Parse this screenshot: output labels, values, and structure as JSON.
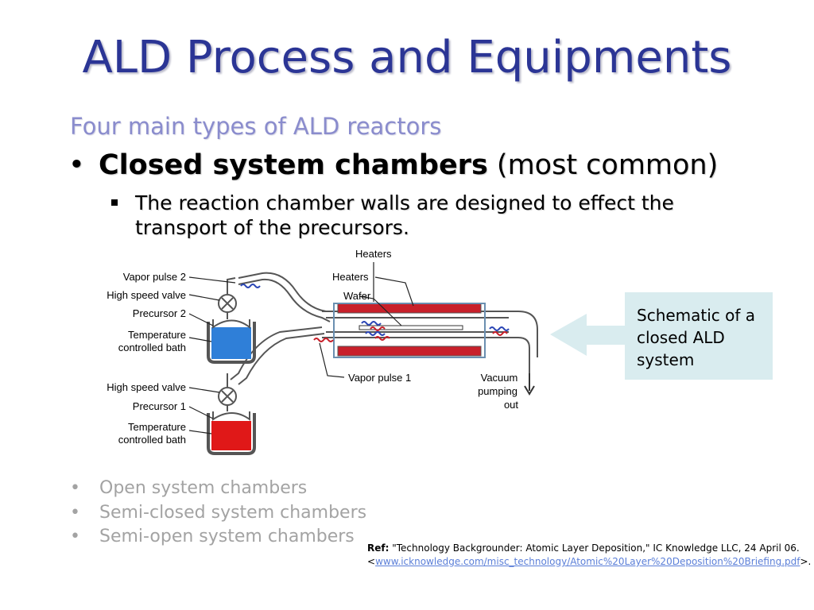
{
  "title": "ALD Process and Equipments",
  "subtitle": "Four main types of ALD reactors",
  "main_bullet": {
    "bold": "Closed system chambers",
    "rest": "(most common)"
  },
  "sub_bullet": "The reaction chamber walls are designed to effect the transport of the precursors.",
  "diagram": {
    "labels": {
      "heaters_top": "Heaters",
      "heaters": "Heaters",
      "wafer": "Wafer",
      "vapor_pulse_2": "Vapor pulse 2",
      "high_speed_valve_1": "High speed valve",
      "precursor_2": "Precursor 2",
      "temperature_1": "Temperature",
      "controlled_bath_1": "controlled bath",
      "high_speed_valve_2": "High speed valve",
      "precursor_1": "Precursor 1",
      "temperature_2": "Temperature",
      "controlled_bath_2": "controlled bath",
      "vapor_pulse_1": "Vapor pulse 1",
      "vacuum": "Vacuum",
      "pumping": "pumping",
      "out": "out"
    },
    "colors": {
      "heater": "#c8202a",
      "bath_top": "#2f7fd8",
      "bath_bottom": "#e01818",
      "callout_bg": "#d9ecef"
    }
  },
  "callout": "Schematic of a closed ALD system",
  "other_types": [
    "Open system chambers",
    "Semi-closed system chambers",
    "Semi-open system chambers"
  ],
  "ref": {
    "label": "Ref:",
    "text": "\"Technology Backgrounder: Atomic Layer Deposition,\" IC Knowledge LLC, 24 April 06.",
    "lt": "<",
    "link": "www.icknowledge.com/misc_technology/Atomic%20Layer%20Deposition%20Briefing.pdf",
    "gt": ">."
  }
}
